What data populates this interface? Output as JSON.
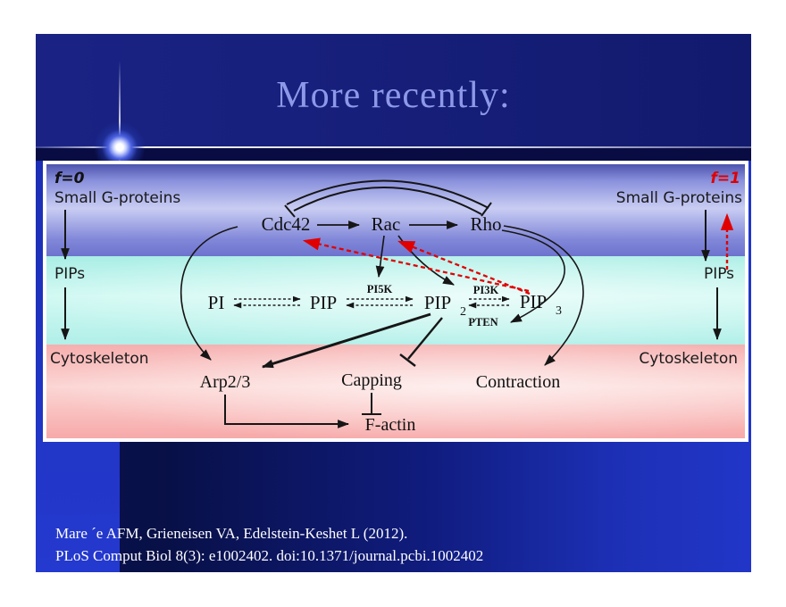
{
  "slide": {
    "title": "More recently:",
    "citation_line1": "Mare ´e AFM, Grieneisen VA, Edelstein-Keshet L (2012).",
    "citation_line2": "PLoS Comput Biol 8(3): e1002402. doi:10.1371/journal.pcbi.1002402"
  },
  "colors": {
    "title_text": "#8d99e8",
    "citation_text": "#ffffff",
    "accent_red": "#dd0000",
    "ink": "#161616",
    "band_gproteins_mid": "#c9cdf3",
    "band_pips_mid": "#d6faf5",
    "band_cytoskeleton_mid": "#fbd6d4",
    "slide_bg_dark": "#0a1150",
    "slide_bg_bright": "#2136c8"
  },
  "figure": {
    "left": {
      "f_label": "f=0",
      "gproteins": "Small G-proteins",
      "pips": "PIPs",
      "cytoskeleton": "Cytoskeleton"
    },
    "right": {
      "f_label": "f=1",
      "gproteins": "Small G-proteins",
      "pips": "PIPs",
      "cytoskeleton": "Cytoskeleton"
    },
    "nodes": {
      "cdc42": "Cdc42",
      "rac": "Rac",
      "rho": "Rho",
      "pi": "PI",
      "pip": "PIP",
      "pip2_base": "PIP",
      "pip2_sub": "2",
      "pip3_base": "PIP",
      "pip3_sub": "3",
      "pi5k": "PI5K",
      "pi3k": "PI3K",
      "pten": "PTEN",
      "arp": "Arp2/3",
      "capping": "Capping",
      "contraction": "Contraction",
      "factin": "F-actin"
    },
    "edges": [
      {
        "from": "Cdc42",
        "to": "Rac",
        "type": "activate"
      },
      {
        "from": "Rac",
        "to": "Rho",
        "type": "activate"
      },
      {
        "from": "Cdc42",
        "to": "Rho",
        "type": "inhibit"
      },
      {
        "from": "Rho",
        "to": "Cdc42",
        "type": "inhibit"
      },
      {
        "from": "PI",
        "to": "PIP",
        "type": "reversible"
      },
      {
        "from": "PIP",
        "to": "PIP2",
        "type": "reversible",
        "enzyme": "PI5K"
      },
      {
        "from": "PIP2",
        "to": "PIP3",
        "type": "reversible",
        "enzyme_forward": "PI3K",
        "enzyme_reverse": "PTEN"
      },
      {
        "from": "Rac",
        "to": "PI5K",
        "type": "activate"
      },
      {
        "from": "Rac",
        "to": "PI3K",
        "type": "activate"
      },
      {
        "from": "Rho",
        "to": "PTEN",
        "type": "activate"
      },
      {
        "from": "PIP3",
        "to": "Cdc42",
        "type": "feedback-activate-red-dashed"
      },
      {
        "from": "PIP3",
        "to": "Rac",
        "type": "feedback-activate-red-dashed"
      },
      {
        "from": "Cdc42",
        "to": "Arp2/3",
        "type": "activate"
      },
      {
        "from": "PIP2",
        "to": "Arp2/3",
        "type": "activate"
      },
      {
        "from": "PIP2",
        "to": "Capping",
        "type": "inhibit"
      },
      {
        "from": "Capping",
        "to": "F-actin",
        "type": "inhibit"
      },
      {
        "from": "Arp2/3",
        "to": "F-actin",
        "type": "activate"
      },
      {
        "from": "Rho",
        "to": "Contraction",
        "type": "activate"
      },
      {
        "from": "Small G-proteins",
        "to": "PIPs",
        "type": "layer-arrow-left"
      },
      {
        "from": "PIPs",
        "to": "Cytoskeleton",
        "type": "layer-arrow-left"
      },
      {
        "from": "Small G-proteins",
        "to": "PIPs",
        "type": "layer-arrow-right"
      },
      {
        "from": "PIPs",
        "to": "Cytoskeleton",
        "type": "layer-arrow-right"
      },
      {
        "from": "PIPs",
        "to": "Small G-proteins",
        "type": "feedback-red-dashed-right"
      }
    ]
  }
}
